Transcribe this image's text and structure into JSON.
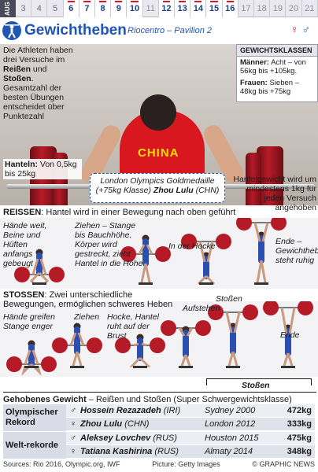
{
  "datebar": {
    "month": "AUG",
    "days": [
      {
        "label": "3",
        "event": false
      },
      {
        "label": "4",
        "event": false
      },
      {
        "label": "5",
        "event": false
      },
      {
        "label": "6",
        "event": true
      },
      {
        "label": "7",
        "event": true
      },
      {
        "label": "8",
        "event": true
      },
      {
        "label": "9",
        "event": true
      },
      {
        "label": "10",
        "event": true
      },
      {
        "label": "11",
        "event": false
      },
      {
        "label": "12",
        "event": true
      },
      {
        "label": "13",
        "event": true
      },
      {
        "label": "14",
        "event": true
      },
      {
        "label": "15",
        "event": true
      },
      {
        "label": "16",
        "event": true
      },
      {
        "label": "17",
        "event": false
      },
      {
        "label": "18",
        "event": false
      },
      {
        "label": "19",
        "event": false
      },
      {
        "label": "20",
        "event": false
      },
      {
        "label": "21",
        "event": false
      }
    ]
  },
  "header": {
    "title": "Gewichtheben",
    "venue": "Riocentro – Pavilion 2",
    "female_symbol": "♀",
    "male_symbol": "♂"
  },
  "intro": {
    "text_a": "Die Athleten haben drei Versuche im ",
    "reissen": "Reißen",
    "and": " und ",
    "stossen": "Stoßen",
    "text_b": ". Gesamtzahl der besten Übungen entscheidet über Punktezahl"
  },
  "weight_classes": {
    "heading": "GEWICHTSKLASSEN",
    "men_label": "Männer:",
    "men_text": " Acht – von 56kg bis +105kg.",
    "women_label": "Frauen:",
    "women_text": " Sieben – 48kg bis +75kg"
  },
  "photo": {
    "shirt_text": "CHINA",
    "hanteln_label": "Hanteln:",
    "hanteln_text": " Von 0,5kg bis 25kg",
    "gold_line1": "London Olympics Goldmedaille",
    "gold_line2": "(+75kg Klasse) ",
    "gold_name": "Zhou Lulu",
    "gold_country": " (CHN)",
    "hantelgewicht": "Hantelgewicht wird um mindestens 1kg für jeden Versuch angehoben"
  },
  "reissen": {
    "label": "Reißen",
    "text": ": Hantel wird in einer Bewegung nach oben geführt",
    "notes": [
      "Hände weit, Beine und Hüften anfangs gebeugt",
      "Ziehen – Stange bis Bauchhöhe. Körper wird gestreckt, zieht Hantel in die Höhe",
      "In der Hocke",
      "Ende – Gewichtheber steht ruhig"
    ]
  },
  "stossen": {
    "label": "Stoßen",
    "text": ": Zwei unterschiedliche Bewegungen, ermöglichen schweres Heben",
    "notes": [
      "Hände greifen Stange enger",
      "Ziehen",
      "Hocke, Hantel ruht auf der Brust",
      "Aufstehen",
      "Stoßen",
      "Ende"
    ],
    "bracket_label": "Stoßen"
  },
  "records": {
    "heading_bold": "Gehobenes Gewicht",
    "heading_rest": " – Reißen und Stoßen (Super Schwergewichtsklasse)",
    "groups": [
      {
        "label": "Olympischer Rekord",
        "rows": [
          {
            "icon": "♂",
            "name": "Hossein Rezazadeh",
            "country": " (IRI)",
            "place": "Sydney 2000",
            "weight": "472kg"
          },
          {
            "icon": "♀",
            "name": "Zhou Lulu",
            "country": " (CHN)",
            "place": "London 2012",
            "weight": "333kg"
          }
        ]
      },
      {
        "label": "Welt-rekorde",
        "rows": [
          {
            "icon": "♂",
            "name": "Aleksey Lovchev",
            "country": " (RUS)",
            "place": "Houston 2015",
            "weight": "475kg"
          },
          {
            "icon": "♀",
            "name": "Tatiana Kashirina",
            "country": " (RUS)",
            "place": "Almaty 2014",
            "weight": "348kg"
          }
        ]
      }
    ]
  },
  "footer": {
    "sources": "Sources: Rio 2016, Olympic.org, IWF",
    "picture": "Picture: Getty Images",
    "brand": "© GRAPHIC NEWS"
  },
  "colors": {
    "accent_blue": "#1f55b3",
    "accent_red": "#d6192b",
    "plate_red": "#b51b27",
    "leotard_blue": "#2a4fb0"
  }
}
